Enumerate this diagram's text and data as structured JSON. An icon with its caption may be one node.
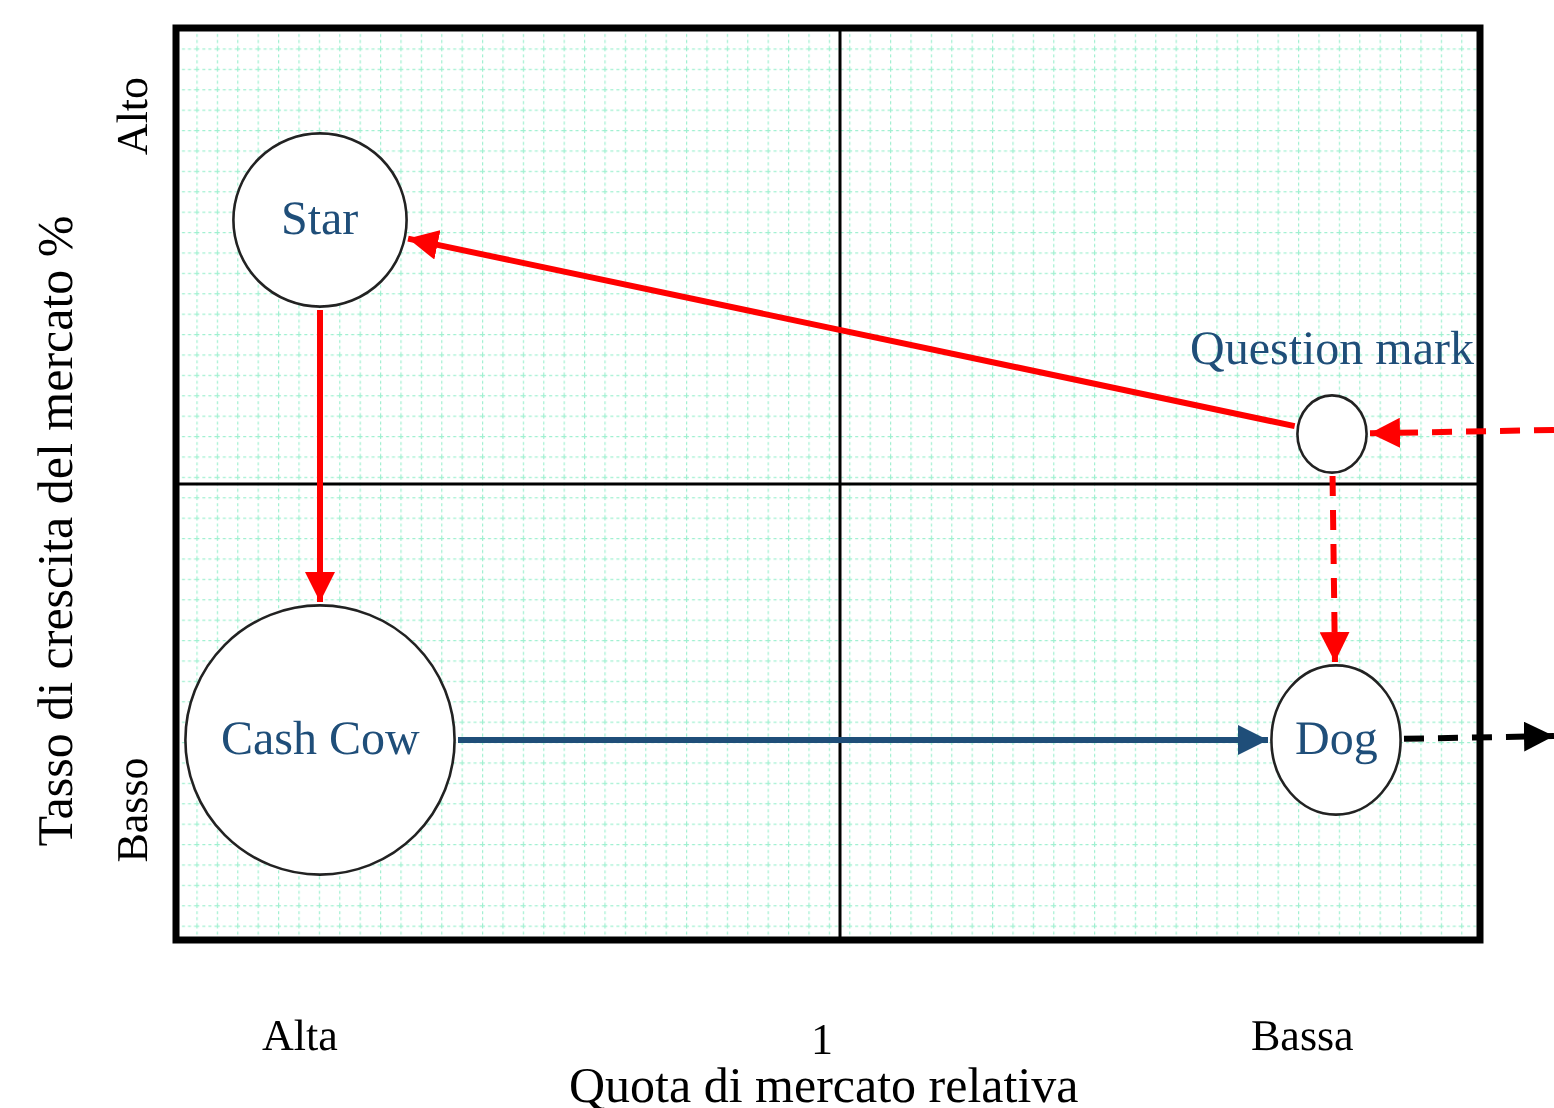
{
  "diagram": {
    "nodes": [
      {
        "text": [
          "Star"
        ]
      },
      {
        "text": [
          "Question mark"
        ]
      },
      {
        "text": [
          "Cash Cow"
        ]
      },
      {
        "text": [
          "Dog"
        ]
      }
    ],
    "edges": [
      {
        "from": 1,
        "to": 0,
        "arrow": "to"
      },
      {
        "from": 0,
        "to": 2,
        "arrow": "to"
      },
      {
        "from": null,
        "to": 1,
        "arrow": "to",
        "style": "dashed"
      },
      {
        "from": 1,
        "to": 3,
        "arrow": "to",
        "style": "dashed"
      },
      {
        "from": 2,
        "to": 3,
        "arrow": "to",
        "color": "#1f4e79"
      },
      {
        "from": 3,
        "to": null,
        "arrow": "to",
        "style": "dashed",
        "color": "#000000"
      }
    ],
    "labels": [
      "Tasso di crescita del mercato %",
      "Alto",
      "Basso",
      "Alta",
      "1",
      "Bassa",
      "Quota di mercato relativa"
    ]
  }
}
